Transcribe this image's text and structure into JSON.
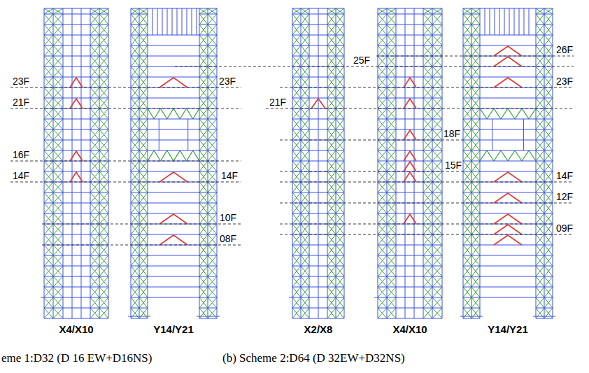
{
  "diagram": {
    "labels": [
      "23F",
      "21F",
      "16F",
      "14F",
      "X4/X10",
      "Y14/Y21",
      "23F",
      "14F",
      "10F",
      "08F",
      "21F",
      "X2/X8",
      "25F",
      "X4/X10",
      "18F",
      "15F",
      "Y14/Y21",
      "26F",
      "23F",
      "14F",
      "12F",
      "09F",
      "eme 1:D32 (D 16 EW+D16NS)",
      "(b) Scheme 2:D64 (D 32EW+D32NS)"
    ]
  }
}
